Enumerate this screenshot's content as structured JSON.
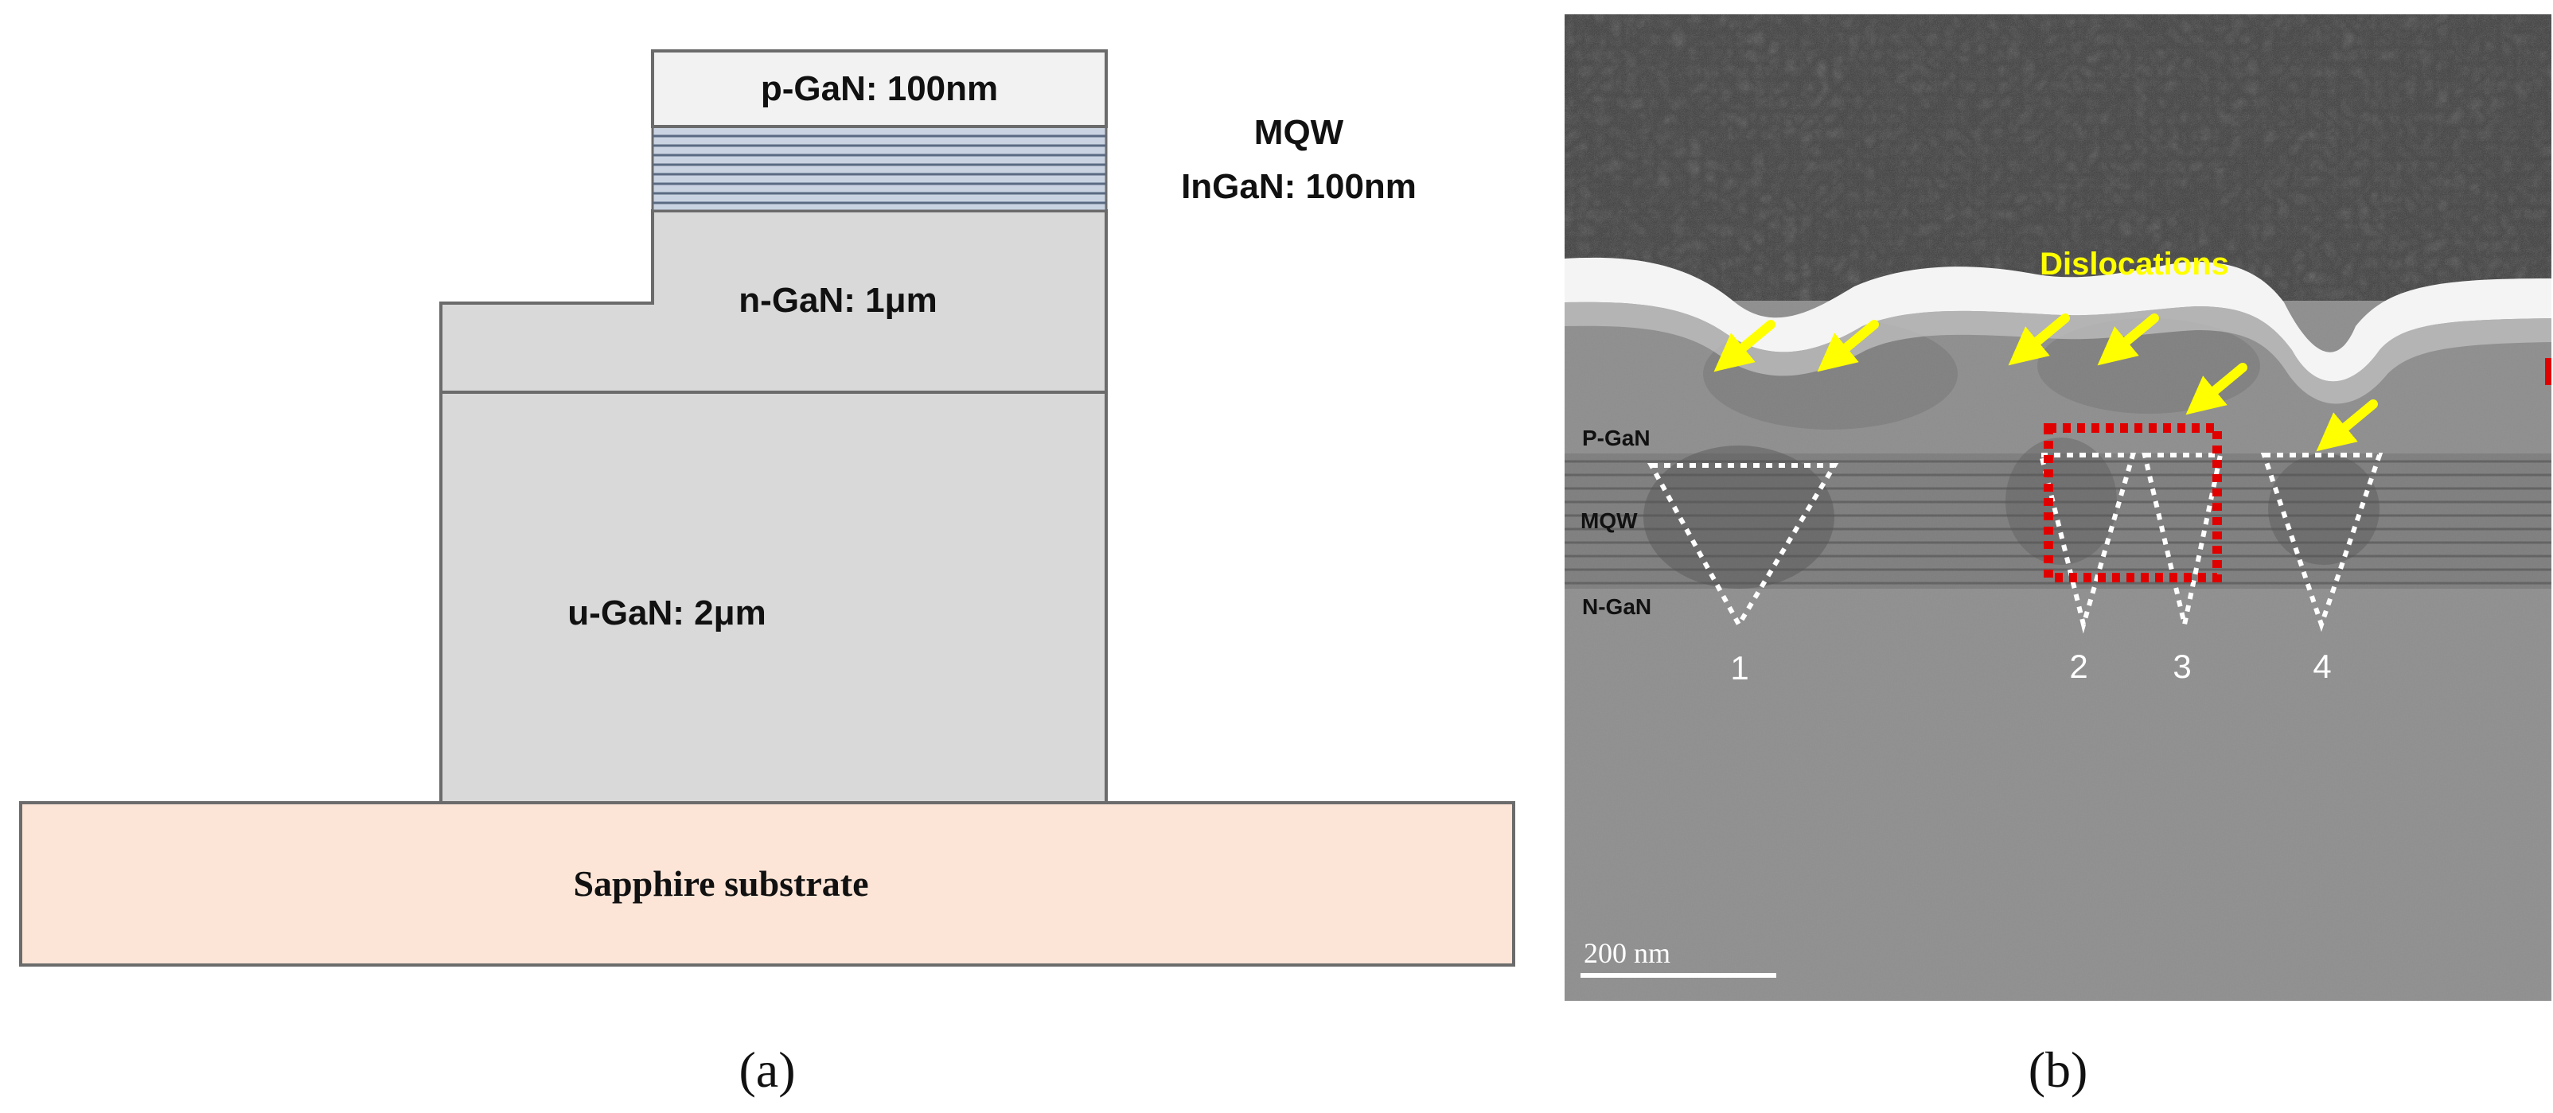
{
  "panel_a": {
    "layers": {
      "p_gan": "p-GaN: 100nm",
      "n_gan": "n-GaN: 1μm",
      "u_gan": "u-GaN: 2μm",
      "sapphire": "Sapphire substrate"
    },
    "mqw_label_line1": "MQW",
    "mqw_label_line2": "InGaN: 100nm",
    "caption": "(a)"
  },
  "panel_b": {
    "dislocations_label": "Dislocations",
    "region_labels": {
      "p_gan": "P-GaN",
      "mqw": "MQW",
      "n_gan": "N-GaN"
    },
    "defect_numbers": [
      "1",
      "2",
      "3",
      "4"
    ],
    "scale_bar": "200 nm",
    "caption": "(b)"
  },
  "colors": {
    "sapphire_fill": "#fce4d6",
    "layer_fill": "#d9d9d9",
    "pgan_fill": "#f2f2f2",
    "mqw_fill": "#c9d3e2",
    "arrow_yellow": "#ffff00",
    "box_red": "#e00000"
  }
}
